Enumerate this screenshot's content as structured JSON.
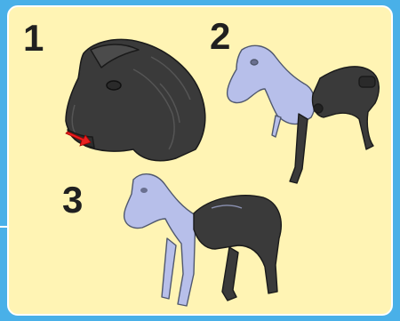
{
  "steps": [
    {
      "number": "1",
      "part": "horse-head",
      "color": "#3a3a3a"
    },
    {
      "number": "2",
      "part": "horse-front-with-rear-attaching",
      "color": "#b7bfea"
    },
    {
      "number": "3",
      "part": "assembled-horse",
      "color": "#b7bfea"
    }
  ],
  "colors": {
    "background": "#49b0e8",
    "panel": "#fff4b4",
    "dark_part": "#3a3a3a",
    "light_part": "#b7bfea",
    "arrow": "#e82020"
  },
  "icons": {
    "arrow": "red-arrow-icon"
  }
}
